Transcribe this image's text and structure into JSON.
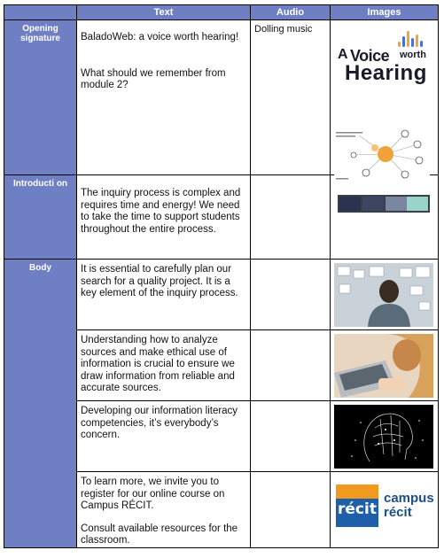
{
  "headers": {
    "col1": "",
    "text": "Text",
    "audio": "Audio",
    "images": "Images"
  },
  "sections": {
    "opening": "Opening signature",
    "intro": "Introducti on",
    "body": "Body"
  },
  "opening": {
    "line1": "BaladoWeb: a voice worth hearing!",
    "line2": "What should we remember from module 2?",
    "audio": "Dolling music",
    "logo": {
      "a": "A",
      "voice": "Voice",
      "worth": "worth",
      "hearing": "Hearing"
    }
  },
  "intro": {
    "text": "The inquiry process is complex and requires time and energy! We need to take the time to support students throughout the entire process."
  },
  "body": {
    "row1": "It is essential to carefully plan our search for a quality project. It is a key element of the inquiry process.",
    "row2": "Understanding how to analyze sources and make ethical use of information is crucial to ensure we draw information from reliable and accurate sources.",
    "row3": "Developing our information literacy competencies, it’s everybody’s concern.",
    "row4a": "To learn more, we invite you to register for our online course on Campus RÉCIT.",
    "row4b": "Consult available resources for the classroom."
  },
  "recit_logo": {
    "word": "récit",
    "campus": "campus",
    "recit": "récit"
  },
  "colors": {
    "header_bg": "#6f7fc4",
    "header_text": "#ffffff",
    "recit_orange": "#f29a1f",
    "recit_blue": "#1d5fa9"
  }
}
